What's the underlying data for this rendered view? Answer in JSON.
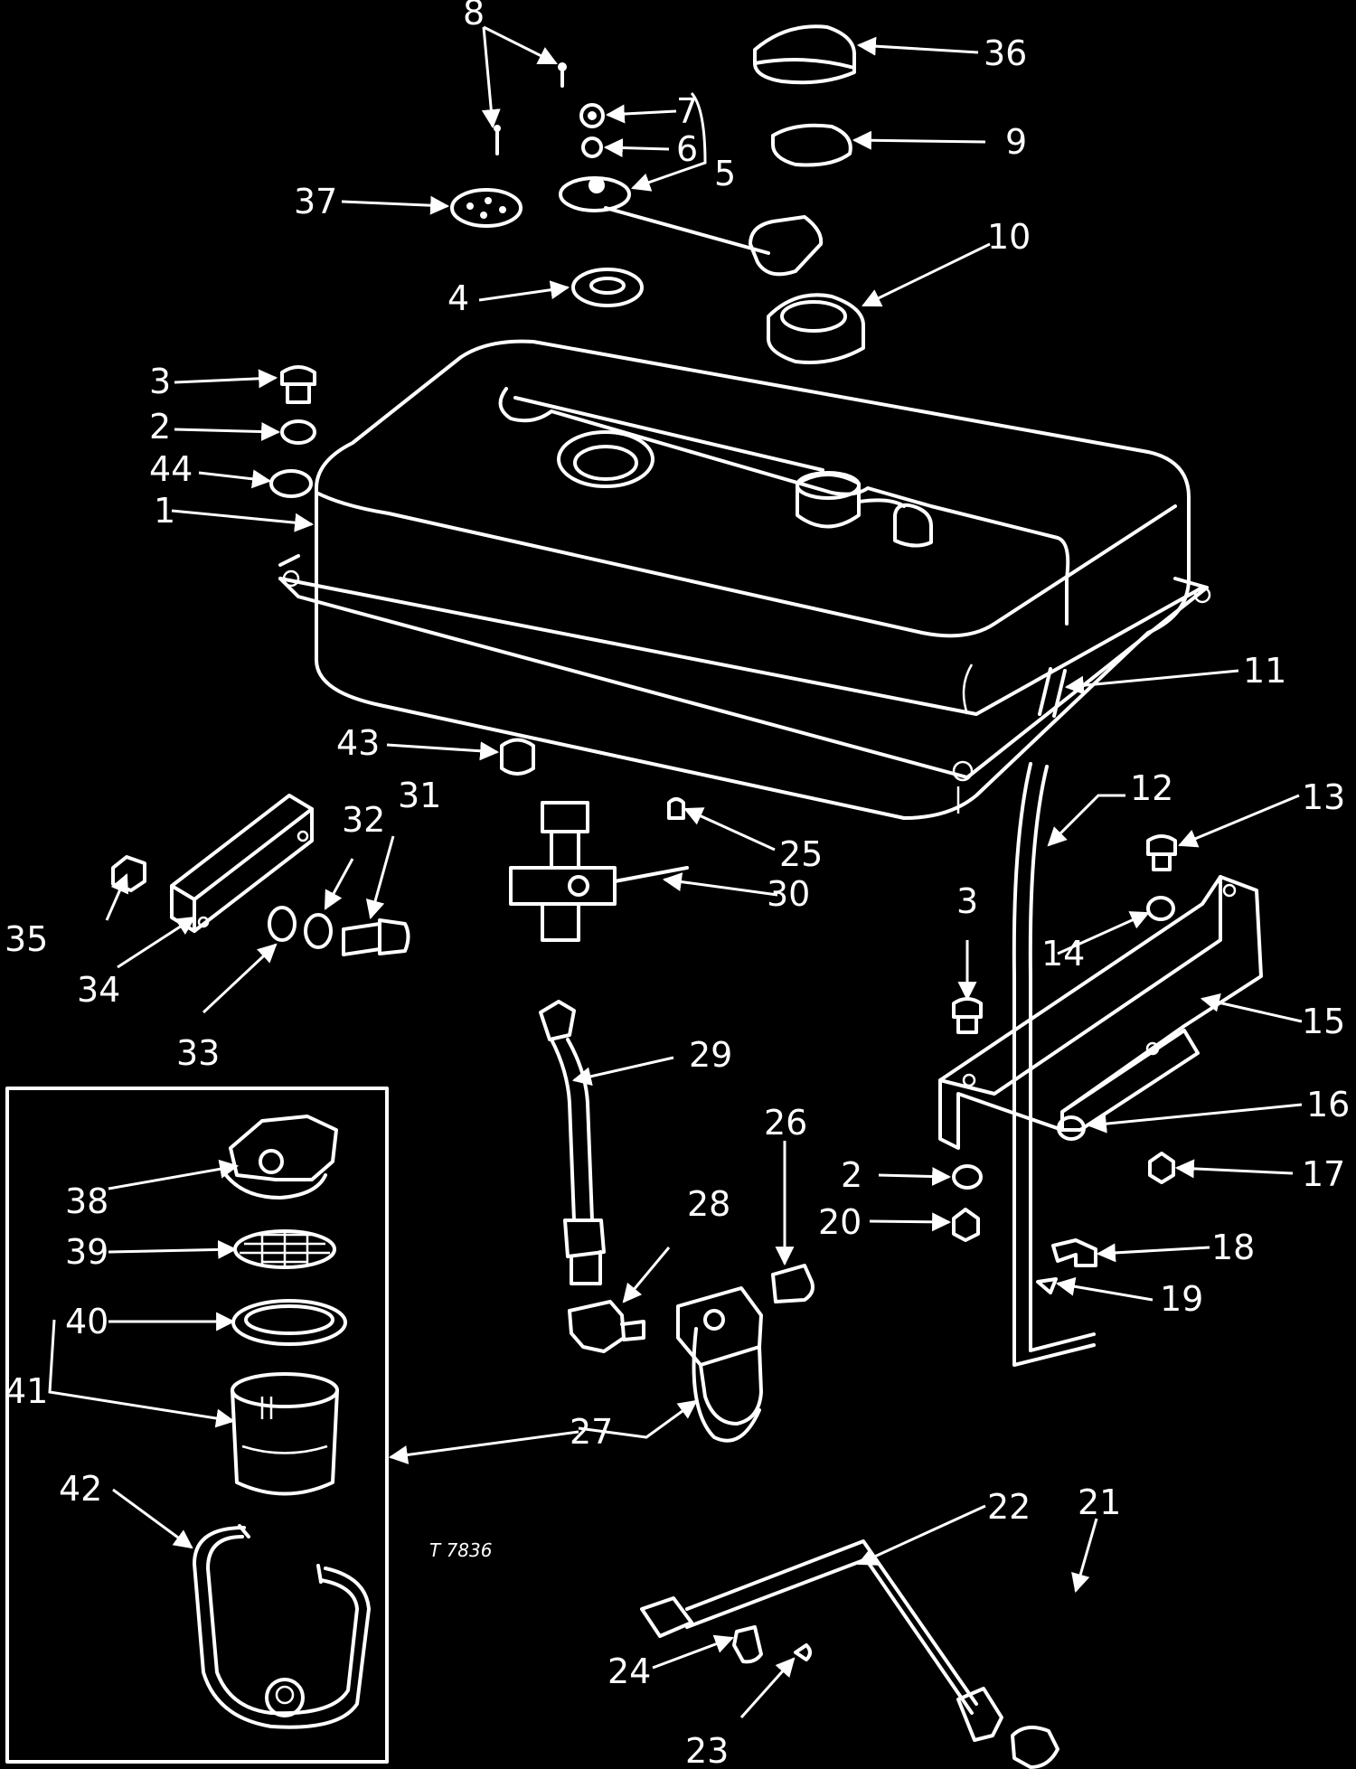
{
  "figure_code": "T 7836",
  "callouts": [
    {
      "id": "c1",
      "text": "1"
    },
    {
      "id": "c2",
      "text": "2"
    },
    {
      "id": "c2b",
      "text": "2"
    },
    {
      "id": "c3",
      "text": "3"
    },
    {
      "id": "c3b",
      "text": "3"
    },
    {
      "id": "c4",
      "text": "4"
    },
    {
      "id": "c5",
      "text": "5"
    },
    {
      "id": "c6",
      "text": "6"
    },
    {
      "id": "c7",
      "text": "7"
    },
    {
      "id": "c8",
      "text": "8"
    },
    {
      "id": "c9",
      "text": "9"
    },
    {
      "id": "c10",
      "text": "10"
    },
    {
      "id": "c11",
      "text": "11"
    },
    {
      "id": "c12",
      "text": "12"
    },
    {
      "id": "c13",
      "text": "13"
    },
    {
      "id": "c14",
      "text": "14"
    },
    {
      "id": "c15",
      "text": "15"
    },
    {
      "id": "c16",
      "text": "16"
    },
    {
      "id": "c17",
      "text": "17"
    },
    {
      "id": "c18",
      "text": "18"
    },
    {
      "id": "c19",
      "text": "19"
    },
    {
      "id": "c20",
      "text": "20"
    },
    {
      "id": "c21",
      "text": "21"
    },
    {
      "id": "c22",
      "text": "22"
    },
    {
      "id": "c23",
      "text": "23"
    },
    {
      "id": "c24",
      "text": "24"
    },
    {
      "id": "c25",
      "text": "25"
    },
    {
      "id": "c26",
      "text": "26"
    },
    {
      "id": "c27",
      "text": "27"
    },
    {
      "id": "c28",
      "text": "28"
    },
    {
      "id": "c29",
      "text": "29"
    },
    {
      "id": "c30",
      "text": "30"
    },
    {
      "id": "c31",
      "text": "31"
    },
    {
      "id": "c32",
      "text": "32"
    },
    {
      "id": "c33",
      "text": "33"
    },
    {
      "id": "c34",
      "text": "34"
    },
    {
      "id": "c35",
      "text": "35"
    },
    {
      "id": "c36",
      "text": "36"
    },
    {
      "id": "c37",
      "text": "37"
    },
    {
      "id": "c38",
      "text": "38"
    },
    {
      "id": "c39",
      "text": "39"
    },
    {
      "id": "c40",
      "text": "40"
    },
    {
      "id": "c41",
      "text": "41"
    },
    {
      "id": "c42",
      "text": "42"
    },
    {
      "id": "c43",
      "text": "43"
    },
    {
      "id": "c44",
      "text": "44"
    }
  ]
}
